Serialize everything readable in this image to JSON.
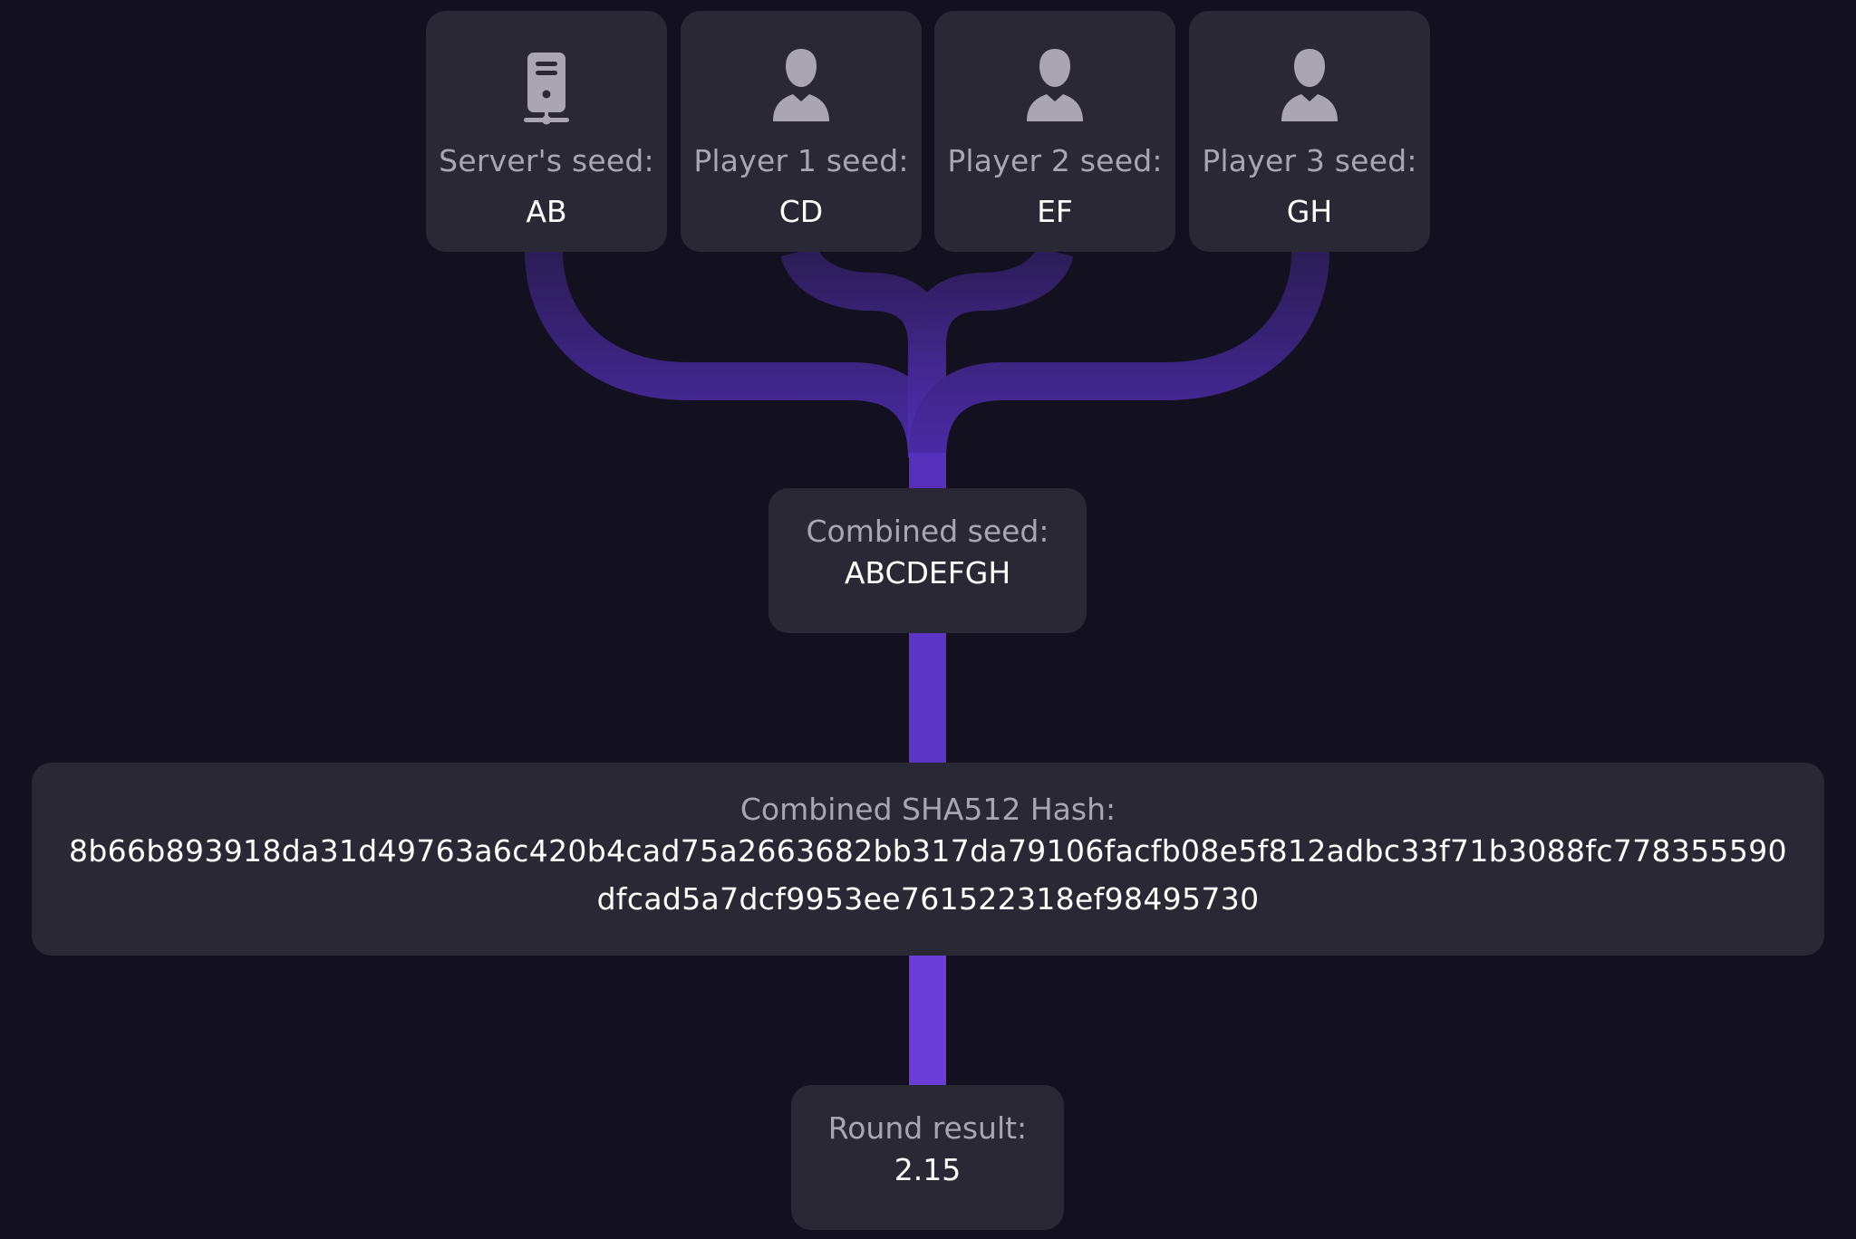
{
  "seeds": [
    {
      "icon": "server-icon",
      "label": "Server's seed:",
      "value": "AB"
    },
    {
      "icon": "user-icon",
      "label": "Player 1 seed:",
      "value": "CD"
    },
    {
      "icon": "user-icon",
      "label": "Player 2 seed:",
      "value": "EF"
    },
    {
      "icon": "user-icon",
      "label": "Player 3 seed:",
      "value": "GH"
    }
  ],
  "combined_seed": {
    "label": "Combined seed:",
    "value": "ABCDEFGH"
  },
  "hash": {
    "label": "Combined SHA512 Hash:",
    "value": "8b66b893918da31d49763a6c420b4cad75a2663682bb317da79106facfb08e5f812adbc33f71b3088fc778355590dfcad5a7dcf9953ee761522318ef98495730"
  },
  "result": {
    "label": "Round result:",
    "value": "2.15"
  },
  "colors": {
    "background": "#13111f",
    "card": "#2a2835",
    "label": "#a9a6b2",
    "value": "#ffffff",
    "icon": "#a9a6b2",
    "connector": "#5b35c4",
    "connector_bright": "#6c3ed8"
  }
}
